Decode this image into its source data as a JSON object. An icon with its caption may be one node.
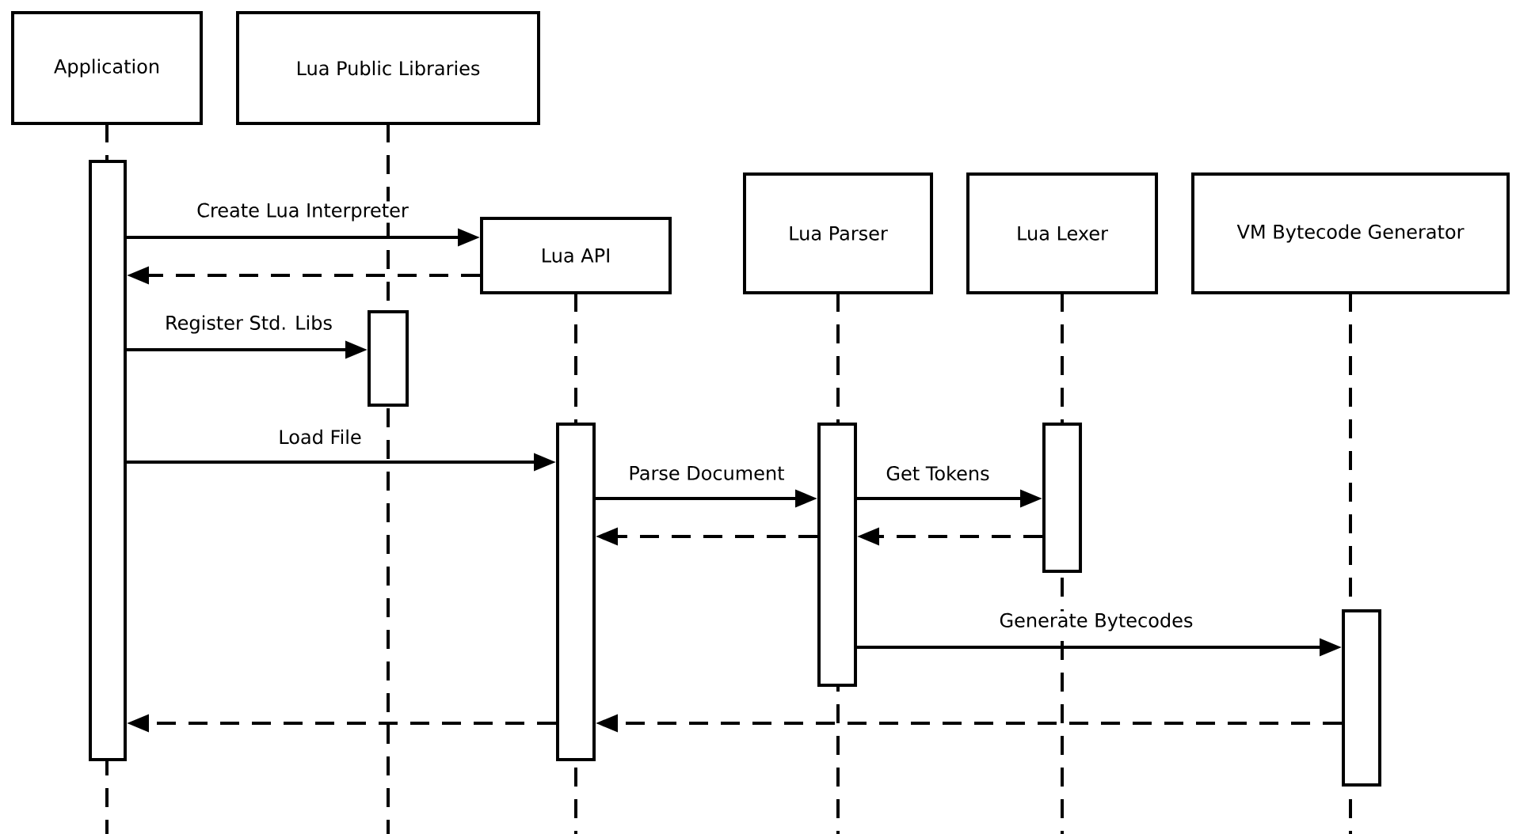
{
  "diagram": {
    "nodes": [
      {
        "text": [
          "Application"
        ]
      },
      {
        "text": [
          "Lua Public Libraries"
        ]
      },
      {
        "text": [
          "Lua API"
        ]
      },
      {
        "text": [
          "Lua Parser"
        ]
      },
      {
        "text": [
          "Lua Lexer"
        ]
      },
      {
        "text": [
          "VM Bytecode Generator"
        ]
      },
      {
        "text": [],
        "shape": "bar"
      },
      {
        "text": [],
        "shape": "bar"
      },
      {
        "text": [],
        "shape": "bar"
      },
      {
        "text": [],
        "shape": "bar"
      },
      {
        "text": [],
        "shape": "bar"
      },
      {
        "text": [],
        "shape": "bar"
      }
    ],
    "edges": [
      {
        "from": 6,
        "to": 2,
        "arrow": "to",
        "label": "Create Lua Interpreter"
      },
      {
        "from": 2,
        "to": 6,
        "arrow": "to",
        "style": "dashed"
      },
      {
        "from": 6,
        "to": 7,
        "arrow": "to",
        "label": "Register Std. Libs"
      },
      {
        "from": 6,
        "to": 8,
        "arrow": "to",
        "label": "Load File"
      },
      {
        "from": 8,
        "to": 9,
        "arrow": "to",
        "label": "Parse Document"
      },
      {
        "from": 9,
        "to": 10,
        "arrow": "to",
        "label": "Get Tokens"
      },
      {
        "from": 10,
        "to": 9,
        "arrow": "to",
        "style": "dashed"
      },
      {
        "from": 9,
        "to": 8,
        "arrow": "to",
        "style": "dashed"
      },
      {
        "from": 9,
        "to": 11,
        "arrow": "to",
        "label": "Generate Bytecodes"
      },
      {
        "from": 11,
        "to": 8,
        "arrow": "to",
        "style": "dashed"
      },
      {
        "from": 8,
        "to": 6,
        "arrow": "to",
        "style": "dashed"
      }
    ]
  }
}
